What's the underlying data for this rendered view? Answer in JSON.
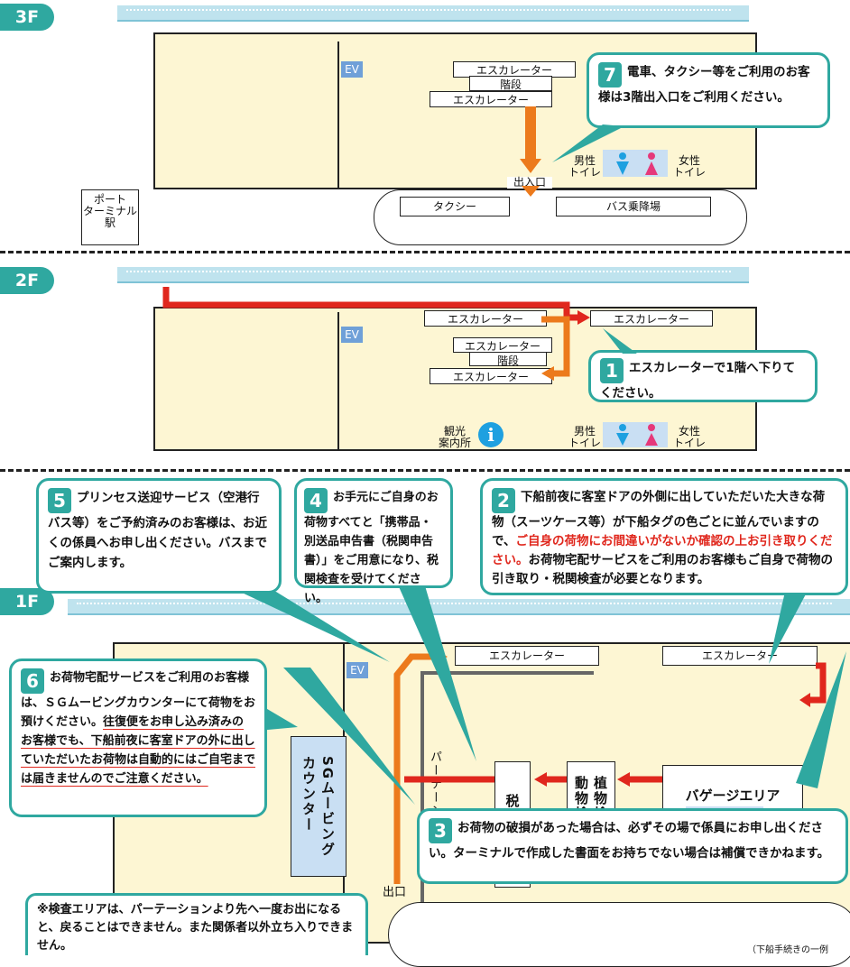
{
  "floors": {
    "f3": "3F",
    "f2": "2F",
    "f1": "1F"
  },
  "common": {
    "ev": "EV",
    "escalator": "エスカレーター",
    "stairs": "階段",
    "toilet_male": "男性\nトイレ",
    "toilet_female": "女性\nトイレ"
  },
  "f3": {
    "entrance": "出入口",
    "taxi": "タクシー",
    "bus": "バス乗降場",
    "port_station": "ポート\nターミナル\n駅",
    "callout7": {
      "num": "7",
      "text": "電車、タクシー等をご利用のお客様は3階出入口をご利用ください。"
    }
  },
  "f2": {
    "tourist_info": "観光\n案内所",
    "callout1": {
      "num": "1",
      "text": "エスカレーターで1階へ下りてください。"
    }
  },
  "f1": {
    "customs": "税関検査",
    "quarantine": "植物検疫\n動物検疫",
    "baggage_area": "バゲージエリア",
    "partition": "パーテーション",
    "exit": "出口",
    "sg_counter": "SGムービング\nカウンター",
    "callout5": {
      "num": "5",
      "text": "プリンセス送迎サービス（空港行バス等）をご予約済みのお客様は、お近くの係員へお申し出ください。バスまでご案内します。"
    },
    "callout4": {
      "num": "4",
      "text": "お手元にご自身のお荷物すべてと「携帯品・別送品申告書（税関申告書）」をご用意になり、税関検査を受けてください。"
    },
    "callout2": {
      "num": "2",
      "text_a": "下船前夜に客室ドアの外側に出していただいた大きな荷物（スーツケース等）が下船タグの色ごとに並んでいますので、",
      "text_red": "ご自身の荷物にお間違いがないか確認の上お引き取りください。",
      "text_b": "お荷物宅配サービスをご利用のお客様もご自身で荷物の引き取り・税関検査が必要となります。"
    },
    "callout6": {
      "num": "6",
      "text_a": "お荷物宅配サービスをご利用のお客様は、ＳＧムービングカウンターにて荷物をお預けください。",
      "text_ul": "往復便をお申し込み済みのお客様でも、下船前夜に客室ドアの外に出していただいたお荷物は自動的にはご自宅までは届きませんのでご注意ください。"
    },
    "callout3": {
      "num": "3",
      "text": "お荷物の破損があった場合は、必ずその場で係員にお申し出ください。ターミナルで作成した書面をお持ちでない場合は補償できかねます。"
    },
    "note": "※検査エリアは、パーテーションより先へ一度お出になると、戻ることはできません。また関係者以外立ち入りできません。",
    "footnote": "（下船手続きの一例"
  },
  "colors": {
    "teal": "#2fa8a0",
    "orange": "#ec7a1c",
    "red": "#e0271d",
    "floor_bg": "#fdf6d3",
    "male": "#1ea0e0",
    "female": "#e5397a"
  }
}
